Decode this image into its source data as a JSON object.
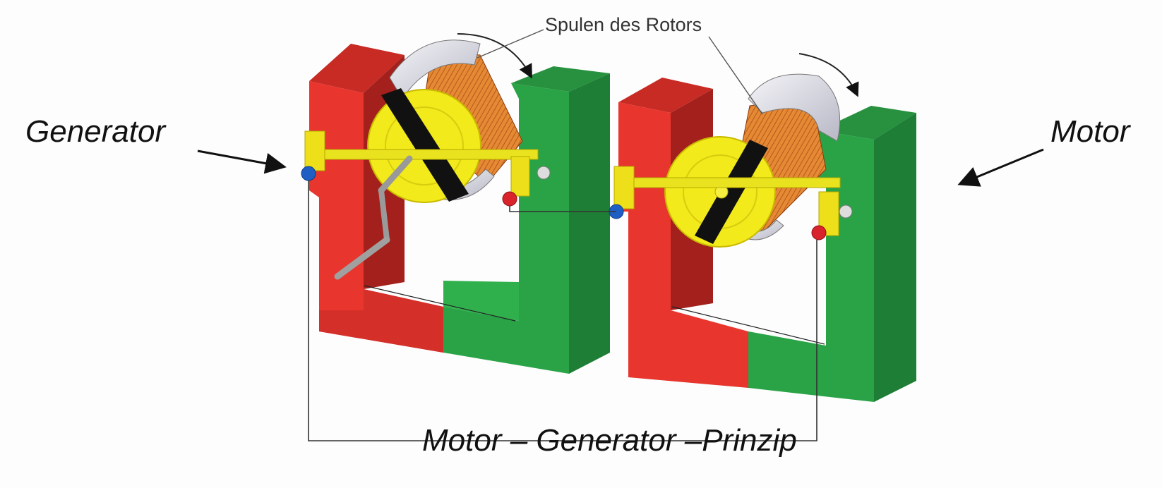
{
  "labels": {
    "generator": "Generator",
    "motor": "Motor",
    "rotor_coils": "Spulen des Rotors",
    "caption": "Motor – Generator –Prinzip"
  },
  "colors": {
    "north_pole": "#e8352e",
    "south_pole": "#2aa346",
    "rotor": "#f2ea1a",
    "coil": "#e07a2a",
    "shaft": "#e9e21e",
    "terminal_blue": "#1f5fc4",
    "terminal_red": "#d8242a",
    "wire": "#333333"
  }
}
